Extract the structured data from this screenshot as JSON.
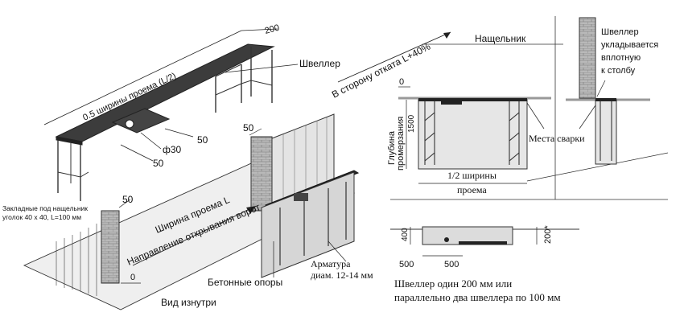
{
  "labels": {
    "half_width": "0.5 ширины проема (L/2)",
    "dim_200_top": "200",
    "channel": "Швеллер",
    "towards_rollback": "В сторону отката L+40%",
    "phi30": "ф30",
    "dim_50_a": "50",
    "dim_50_b": "50",
    "dim_50_c": "50",
    "dim_50_d": "50",
    "embedded_line1": "Закладные под нащельник",
    "embedded_line2": "уголок 40 х 40, L=100 мм",
    "opening_width": "Ширина проема L",
    "opening_direction": "Направление открывания ворот",
    "zero_left": "0",
    "concrete_supports": "Бетонные опоры",
    "rebar_line1": "Арматура",
    "rebar_line2": "диам. 12-14 мм",
    "inside_view": "Вид изнутри",
    "cover_strip": "Нащельник",
    "channel_note_1": "Швеллер",
    "channel_note_2": "укладывается",
    "channel_note_3": "вплотную",
    "channel_note_4": "к столбу",
    "zero_right": "0",
    "depth_line1": "Глубина",
    "depth_line2": "промерзания",
    "depth_1500": "1500",
    "weld_spots": "Места сварки",
    "half_width_1": "1/2 ширины",
    "half_width_2": "проема",
    "dim_400": "400",
    "dim_200_star": "200*",
    "dim_500_a": "500",
    "dim_500_b": "500",
    "bottom_note_1": "Швеллер один 200 мм или",
    "bottom_note_2": "параллельно два швеллера по 100 мм"
  }
}
